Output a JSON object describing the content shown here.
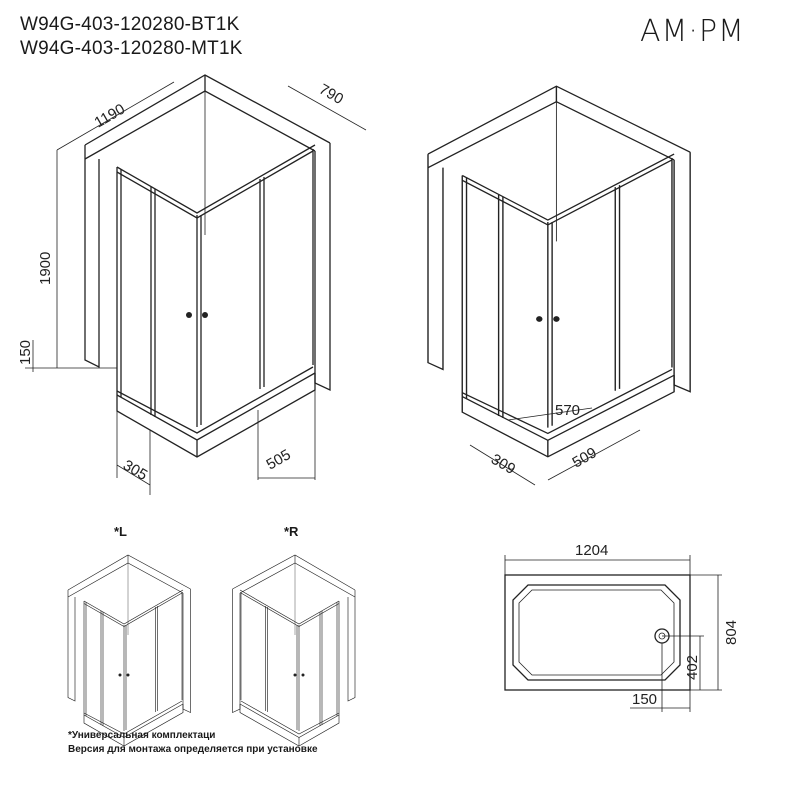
{
  "models": [
    "W94G-403-120280-BT1K",
    "W94G-403-120280-MT1K"
  ],
  "logo": "AM·PM",
  "left_view": {
    "width": "1190",
    "depth": "790",
    "height": "1900",
    "tray_height": "150",
    "offset_left": "305",
    "offset_right": "505"
  },
  "right_view": {
    "opening": "570",
    "offset_left": "309",
    "offset_right": "509"
  },
  "variants": {
    "left": "*L",
    "right": "*R"
  },
  "notes": [
    "*Универсальная комплектаци",
    "Версия для монтажа определяется при установке"
  ],
  "plan": {
    "length": "1204",
    "width": "804",
    "drain_y": "402",
    "drain_x": "150"
  }
}
